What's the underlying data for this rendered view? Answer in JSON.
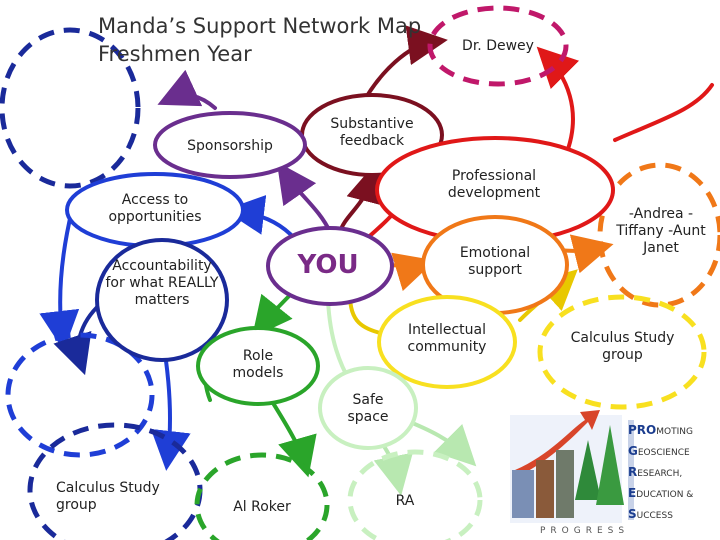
{
  "title": {
    "line1": "Manda’s Support Network Map",
    "line2": "Freshmen Year"
  },
  "center": "YOU",
  "nodes": {
    "dr_dewey": "Dr. Dewey",
    "substantive_feedback": "Substantive feedback",
    "sponsorship": "Sponsorship",
    "professional_development": "Professional development",
    "access": "Access to opportunities",
    "accountability": "Accountability for what REALLY matters",
    "emotional_support": "Emotional support",
    "intellectual_community": "Intellectual community",
    "role_models": "Role models",
    "safe_space": "Safe space",
    "andrea_tiffany": "-Andrea -Tiffany -Aunt Janet",
    "calc_group_right": "Calculus Study group",
    "calc_group_left": "Calculus Study group",
    "al_roker": "Al Roker",
    "ra": "RA"
  },
  "logo": {
    "rows": [
      {
        "cap": "PRO",
        "rest": "MOTING"
      },
      {
        "cap": "G",
        "rest": "EOSCIENCE"
      },
      {
        "cap": "R",
        "rest": "ESEARCH,"
      },
      {
        "cap": "E",
        "rest": "DUCATION &"
      },
      {
        "cap": "S",
        "rest": "UCCESS"
      }
    ],
    "word": "PROGRESS"
  },
  "colors": {
    "darkred": "#7b1020",
    "purple": "#6a2e8e",
    "blue": "#1f3ed6",
    "red": "#e01818",
    "orange": "#f07818",
    "yellow": "#f8e020",
    "lightgreen": "#c8f0c0",
    "green": "#2aa52a",
    "navy": "#1a2a9a",
    "magenta": "#c0186a"
  }
}
